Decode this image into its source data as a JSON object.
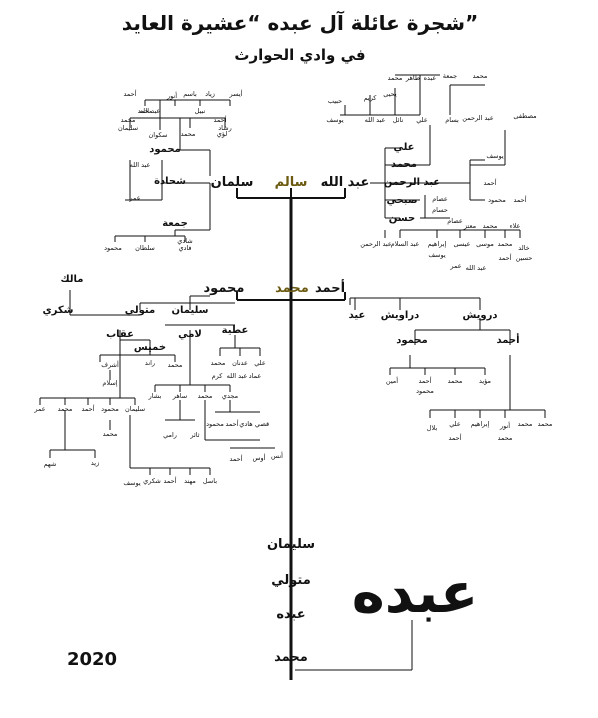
{
  "title": "شجرة  عائلة آل عبده “عشيرة العايد”",
  "subtitle": "في وادي الحوارث",
  "year": "2020",
  "logo_text": "عبده",
  "trunk": {
    "ahmad_top": "محمد",
    "salman": "سلمان",
    "salem": "سالم",
    "abdullah": "عبد الله",
    "mahmoud": "محمود",
    "ahmad": "أحمد",
    "suleiman": "سليمان",
    "metwalli": "متولي",
    "abdo": "عبده",
    "muhammad": "محمد"
  },
  "nw": {
    "mahmoud": "محمود",
    "shehada": "شحادة",
    "jumaa": "جمعة",
    "names": [
      "أحمد",
      "عبد الله",
      "أنور",
      "باسم",
      "زياد",
      "أيسر",
      "محمد",
      "أحمد",
      "سكوان",
      "محمد",
      "لؤي",
      "فادي",
      "سلطان",
      "شادي",
      "محمود",
      "سليمان",
      "رشاد",
      "عمر",
      "عبد الله",
      "محمد",
      "نبيل"
    ]
  },
  "ne": {
    "ali": "علي",
    "muhammad": "محمد",
    "abdulrahman": "عبد الرحمن",
    "sobhi": "صبحي",
    "hassan": "حسن",
    "ahmad": "أحمد",
    "yousef": "يوسف",
    "mostafa": "مصطفى",
    "names": [
      "محمد",
      "جمعة",
      "عبده",
      "طاهر",
      "محمد",
      "كريم",
      "يحيى",
      "حبيب",
      "يوسف",
      "عبد الله",
      "نائل",
      "علي",
      "بسام",
      "عبد الرحمن",
      "محمود",
      "أحمد",
      "عصام",
      "حسام",
      "عصام",
      "معتز",
      "محمد",
      "علاء",
      "عبد الرحمن",
      "عبد السلام",
      "إبراهيم",
      "عيسى",
      "موسى",
      "محمد",
      "خالد",
      "يوسف",
      "عمر",
      "عبد الله",
      "أحمد",
      "حسين"
    ]
  },
  "sw": {
    "malek": "مالك",
    "shukri": "شكري",
    "metwalli": "متولي",
    "suleiman": "سليمان",
    "oqab": "عقاب",
    "khamis": "خميس",
    "lami": "لامي",
    "atiya": "عطية",
    "names": [
      "أشرف",
      "راند",
      "محمد",
      "إسلام",
      "عمر",
      "محمد",
      "أحمد",
      "محمود",
      "سليمان",
      "محمد",
      "شهم",
      "زيد",
      "يوسف",
      "شكري",
      "أحمد",
      "مهند",
      "باسل",
      "بشار",
      "ساهر",
      "محمد",
      "مجدي",
      "رامي",
      "ثائر",
      "أحمد",
      "محمود",
      "هادي",
      "قصي",
      "أنس",
      "أوس",
      "أحمد",
      "علي",
      "عماد",
      "عبد الله",
      "كرم",
      "محمد",
      "عدنان"
    ]
  },
  "se": {
    "eid": "عيد",
    "darawish": "دراويش",
    "darwish": "درويش",
    "mahmoud": "محمود",
    "ahmad": "أحمد",
    "names": [
      "أمين",
      "أحمد",
      "محمود",
      "محمد",
      "مؤيد",
      "محمد",
      "محمد",
      "أنور",
      "إبراهيم",
      "علي",
      "بلال",
      "أحمد",
      "محمد"
    ]
  }
}
